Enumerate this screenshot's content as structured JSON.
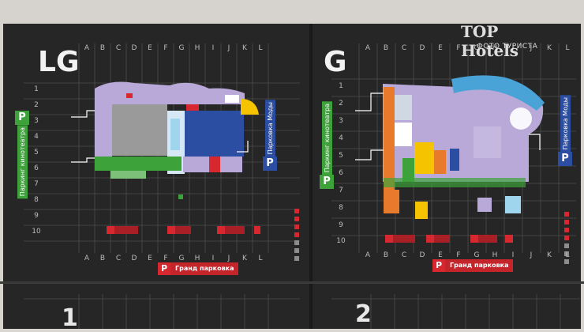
{
  "brochure": {
    "left_page": {
      "level": "LG",
      "page_number": "1"
    },
    "right_page": {
      "level": "G",
      "page_number": "2"
    },
    "columns": [
      "A",
      "B",
      "C",
      "D",
      "E",
      "F",
      "G",
      "H",
      "I",
      "J",
      "K",
      "L"
    ],
    "rows": [
      "1",
      "2",
      "3",
      "4",
      "5",
      "6",
      "7",
      "8",
      "9",
      "10"
    ],
    "left_parking": [
      {
        "label": "Паркинг кинотеатра",
        "color": "#3da23a"
      },
      {
        "label": "Парковка Моды",
        "color": "#2b4ea2"
      }
    ],
    "right_parking": [
      {
        "label": "Паркинг кинотеатра",
        "color": "#3da23a"
      },
      {
        "label": "Парковка Моды",
        "color": "#2b4ea2"
      }
    ],
    "grand_parking_left": "Гранд парковка",
    "grand_parking_right": "Гранд парковка",
    "p_symbol": "P"
  },
  "watermark": {
    "brand": "TOP Hotels",
    "subtitle": "ФОТО ТУРИСТА"
  },
  "colors": {
    "background": "#262626",
    "grid": "#4a4a4a",
    "lavender": "#b9a9d9",
    "green": "#3da23a",
    "blue": "#2b4ea2",
    "orange": "#e87a2c",
    "yellow": "#f5c300",
    "red": "#d7282f",
    "cyan": "#4aa3d6",
    "gray": "#8c8c8c"
  }
}
